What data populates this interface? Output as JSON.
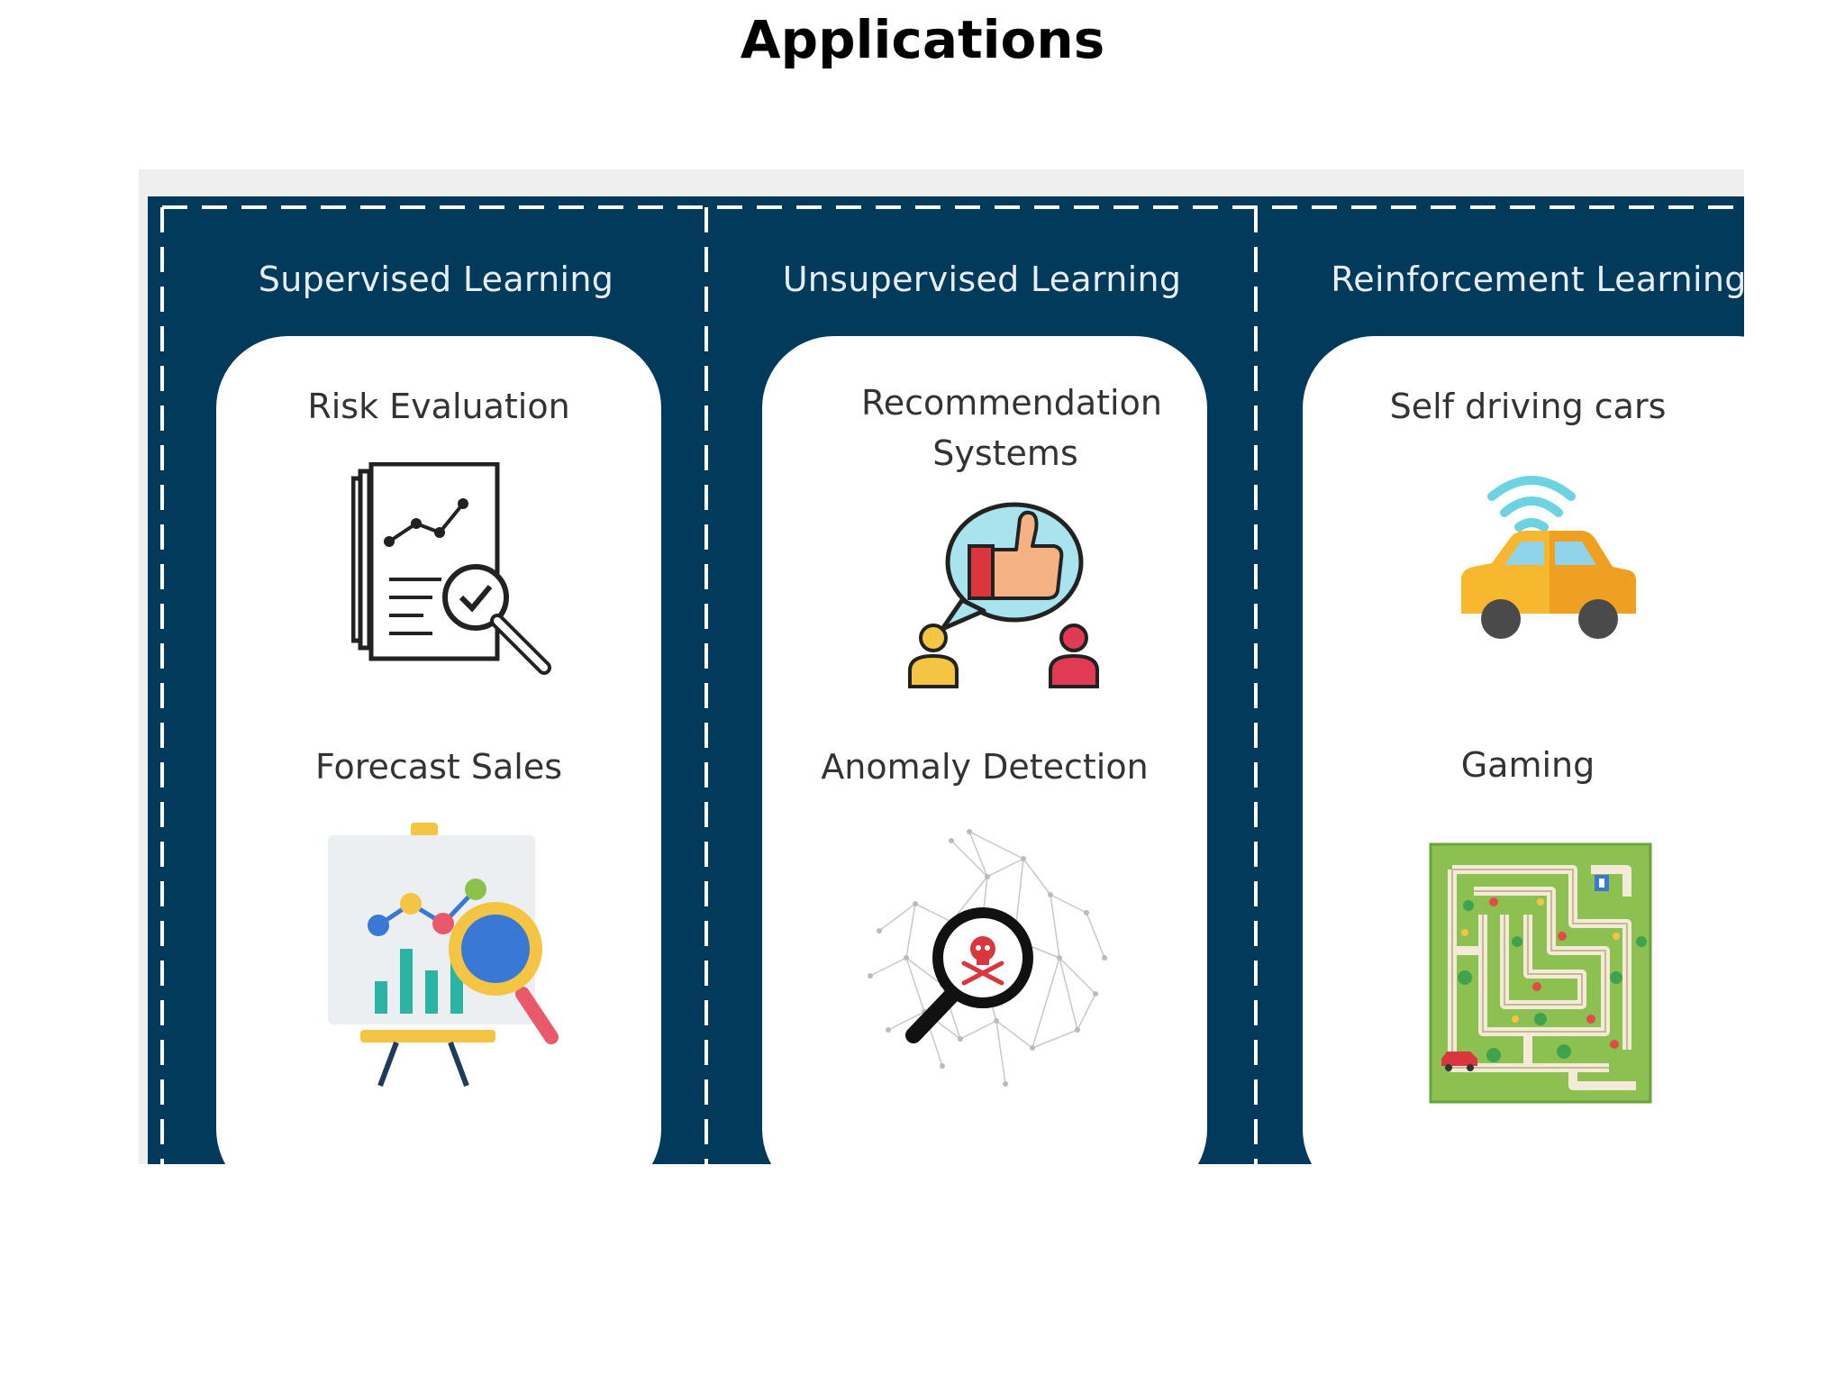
{
  "page": {
    "title": "Applications"
  },
  "columns": [
    {
      "heading": "Supervised Learning",
      "items": [
        {
          "label": "Risk Evaluation",
          "icon": "report-magnifier-icon"
        },
        {
          "label": "Forecast Sales",
          "icon": "easel-chart-magnifier-icon"
        }
      ]
    },
    {
      "heading": "Unsupervised Learning",
      "items": [
        {
          "label": "Recommendation Systems",
          "icon": "thumbs-up-speech-bubble-icon"
        },
        {
          "label": "Anomaly Detection",
          "icon": "network-magnifier-skull-icon"
        }
      ]
    },
    {
      "heading": "Reinforcement Learning",
      "items": [
        {
          "label": "Self driving cars",
          "icon": "connected-car-icon"
        },
        {
          "label": "Gaming",
          "icon": "maze-map-icon"
        }
      ]
    }
  ],
  "colors": {
    "panel": "#013a5a",
    "dashes": "#ffffff",
    "card": "#ffffff",
    "heading_text": "#e6eef3",
    "label_text": "#333333"
  }
}
